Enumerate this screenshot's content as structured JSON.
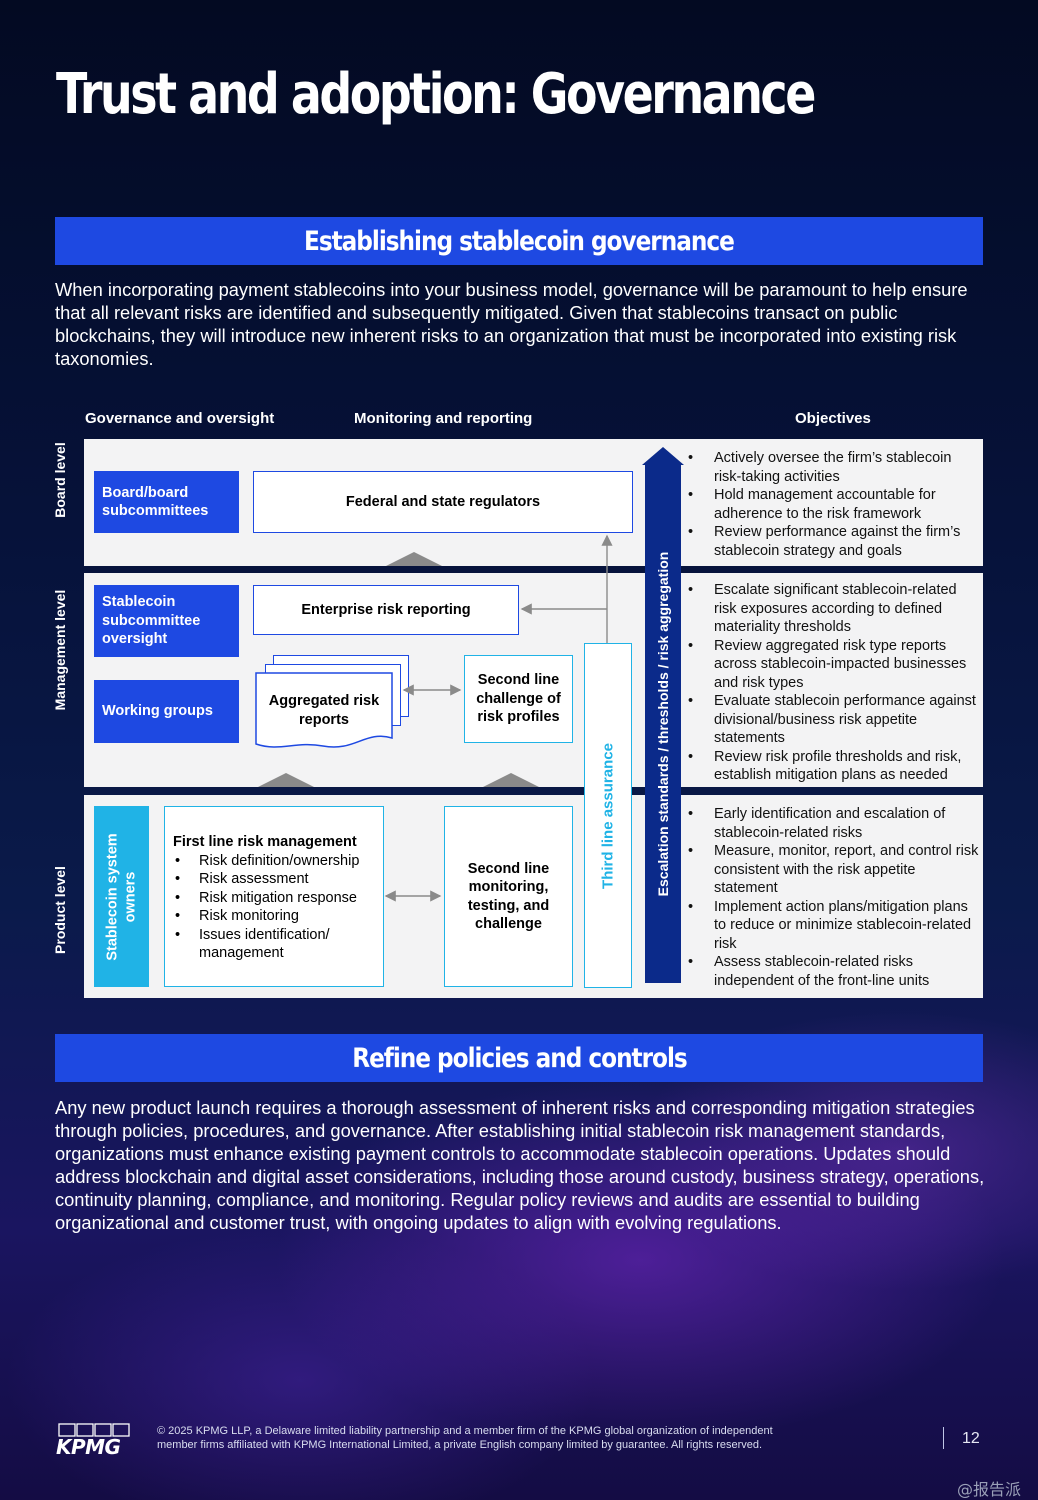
{
  "title": "Trust and adoption: Governance",
  "section1": {
    "heading": "Establishing stablecoin governance",
    "paragraph": "When incorporating payment stablecoins into your business model, governance will be paramount to help ensure that all relevant risks are identified and subsequently mitigated. Given that stablecoins transact on public blockchains, they will introduce new inherent risks to an organization that must be incorporated into existing risk taxonomies."
  },
  "diagram": {
    "column_headers": {
      "governance": "Governance and oversight",
      "monitoring": "Monitoring and reporting",
      "objectives": "Objectives"
    },
    "levels": {
      "board": "Board level",
      "management": "Management level",
      "product": "Product level"
    },
    "board_box": "Board/board subcommittees",
    "regulators": "Federal and state regulators",
    "subcommittee": "Stablecoin subcommittee oversight",
    "enterprise_reporting": "Enterprise risk reporting",
    "working_groups": "Working groups",
    "aggregated_reports": "Aggregated risk reports",
    "second_line_challenge": "Second line challenge of risk profiles",
    "system_owners": "Stablecoin system owners",
    "first_line_title": "First line risk management",
    "first_line_items": [
      "Risk definition/ownership",
      "Risk assessment",
      "Risk mitigation response",
      "Risk monitoring",
      "Issues identification/ management"
    ],
    "second_line_monitoring": "Second line monitoring, testing, and challenge",
    "third_line": "Third line assurance",
    "escalation": "Escalation standards / thresholds / risk aggregation",
    "objectives_board": [
      "Actively oversee the firm’s stablecoin risk-taking activities",
      "Hold management accountable for adherence to the risk framework",
      "Review performance against the firm’s stablecoin strategy and goals"
    ],
    "objectives_management": [
      "Escalate significant stablecoin-related risk exposures according to defined materiality thresholds",
      "Review aggregated risk type reports across stablecoin-impacted businesses and risk types",
      "Evaluate stablecoin performance against divisional/business risk appetite statements",
      "Review risk profile thresholds and risk, establish mitigation plans as needed"
    ],
    "objectives_product": [
      "Early identification and escalation of stablecoin-related risks",
      "Measure, monitor, report, and control risk consistent with the risk appetite statement",
      "Implement action plans/mitigation plans to reduce or minimize stablecoin-related risk",
      "Assess stablecoin-related risks independent of the front-line units"
    ]
  },
  "section2": {
    "heading": "Refine policies and controls",
    "paragraph": "Any new product launch requires a thorough assessment of inherent risks and corresponding mitigation strategies through policies, procedures, and governance. After establishing initial stablecoin risk management standards, organizations must enhance existing payment controls to accommodate stablecoin operations. Updates should address blockchain and digital asset considerations, including those around custody, business strategy, operations, continuity planning, compliance, and monitoring. Regular policy reviews and audits are essential to building organizational and customer trust, with ongoing updates to align with evolving regulations."
  },
  "footer": {
    "logo": "KPMG",
    "copyright_line1": "© 2025 KPMG LLP, a Delaware limited liability partnership and a member firm of the KPMG global organization of independent",
    "copyright_line2": "member firms affiliated with KPMG International Limited, a private English company limited by guarantee. All rights reserved.",
    "page_number": "12",
    "watermark": "@报告派"
  },
  "colors": {
    "accent_blue": "#1e49e2",
    "cyan": "#20b3e6",
    "navy": "#0b2a8a",
    "band_grey": "#f3f3f4"
  }
}
